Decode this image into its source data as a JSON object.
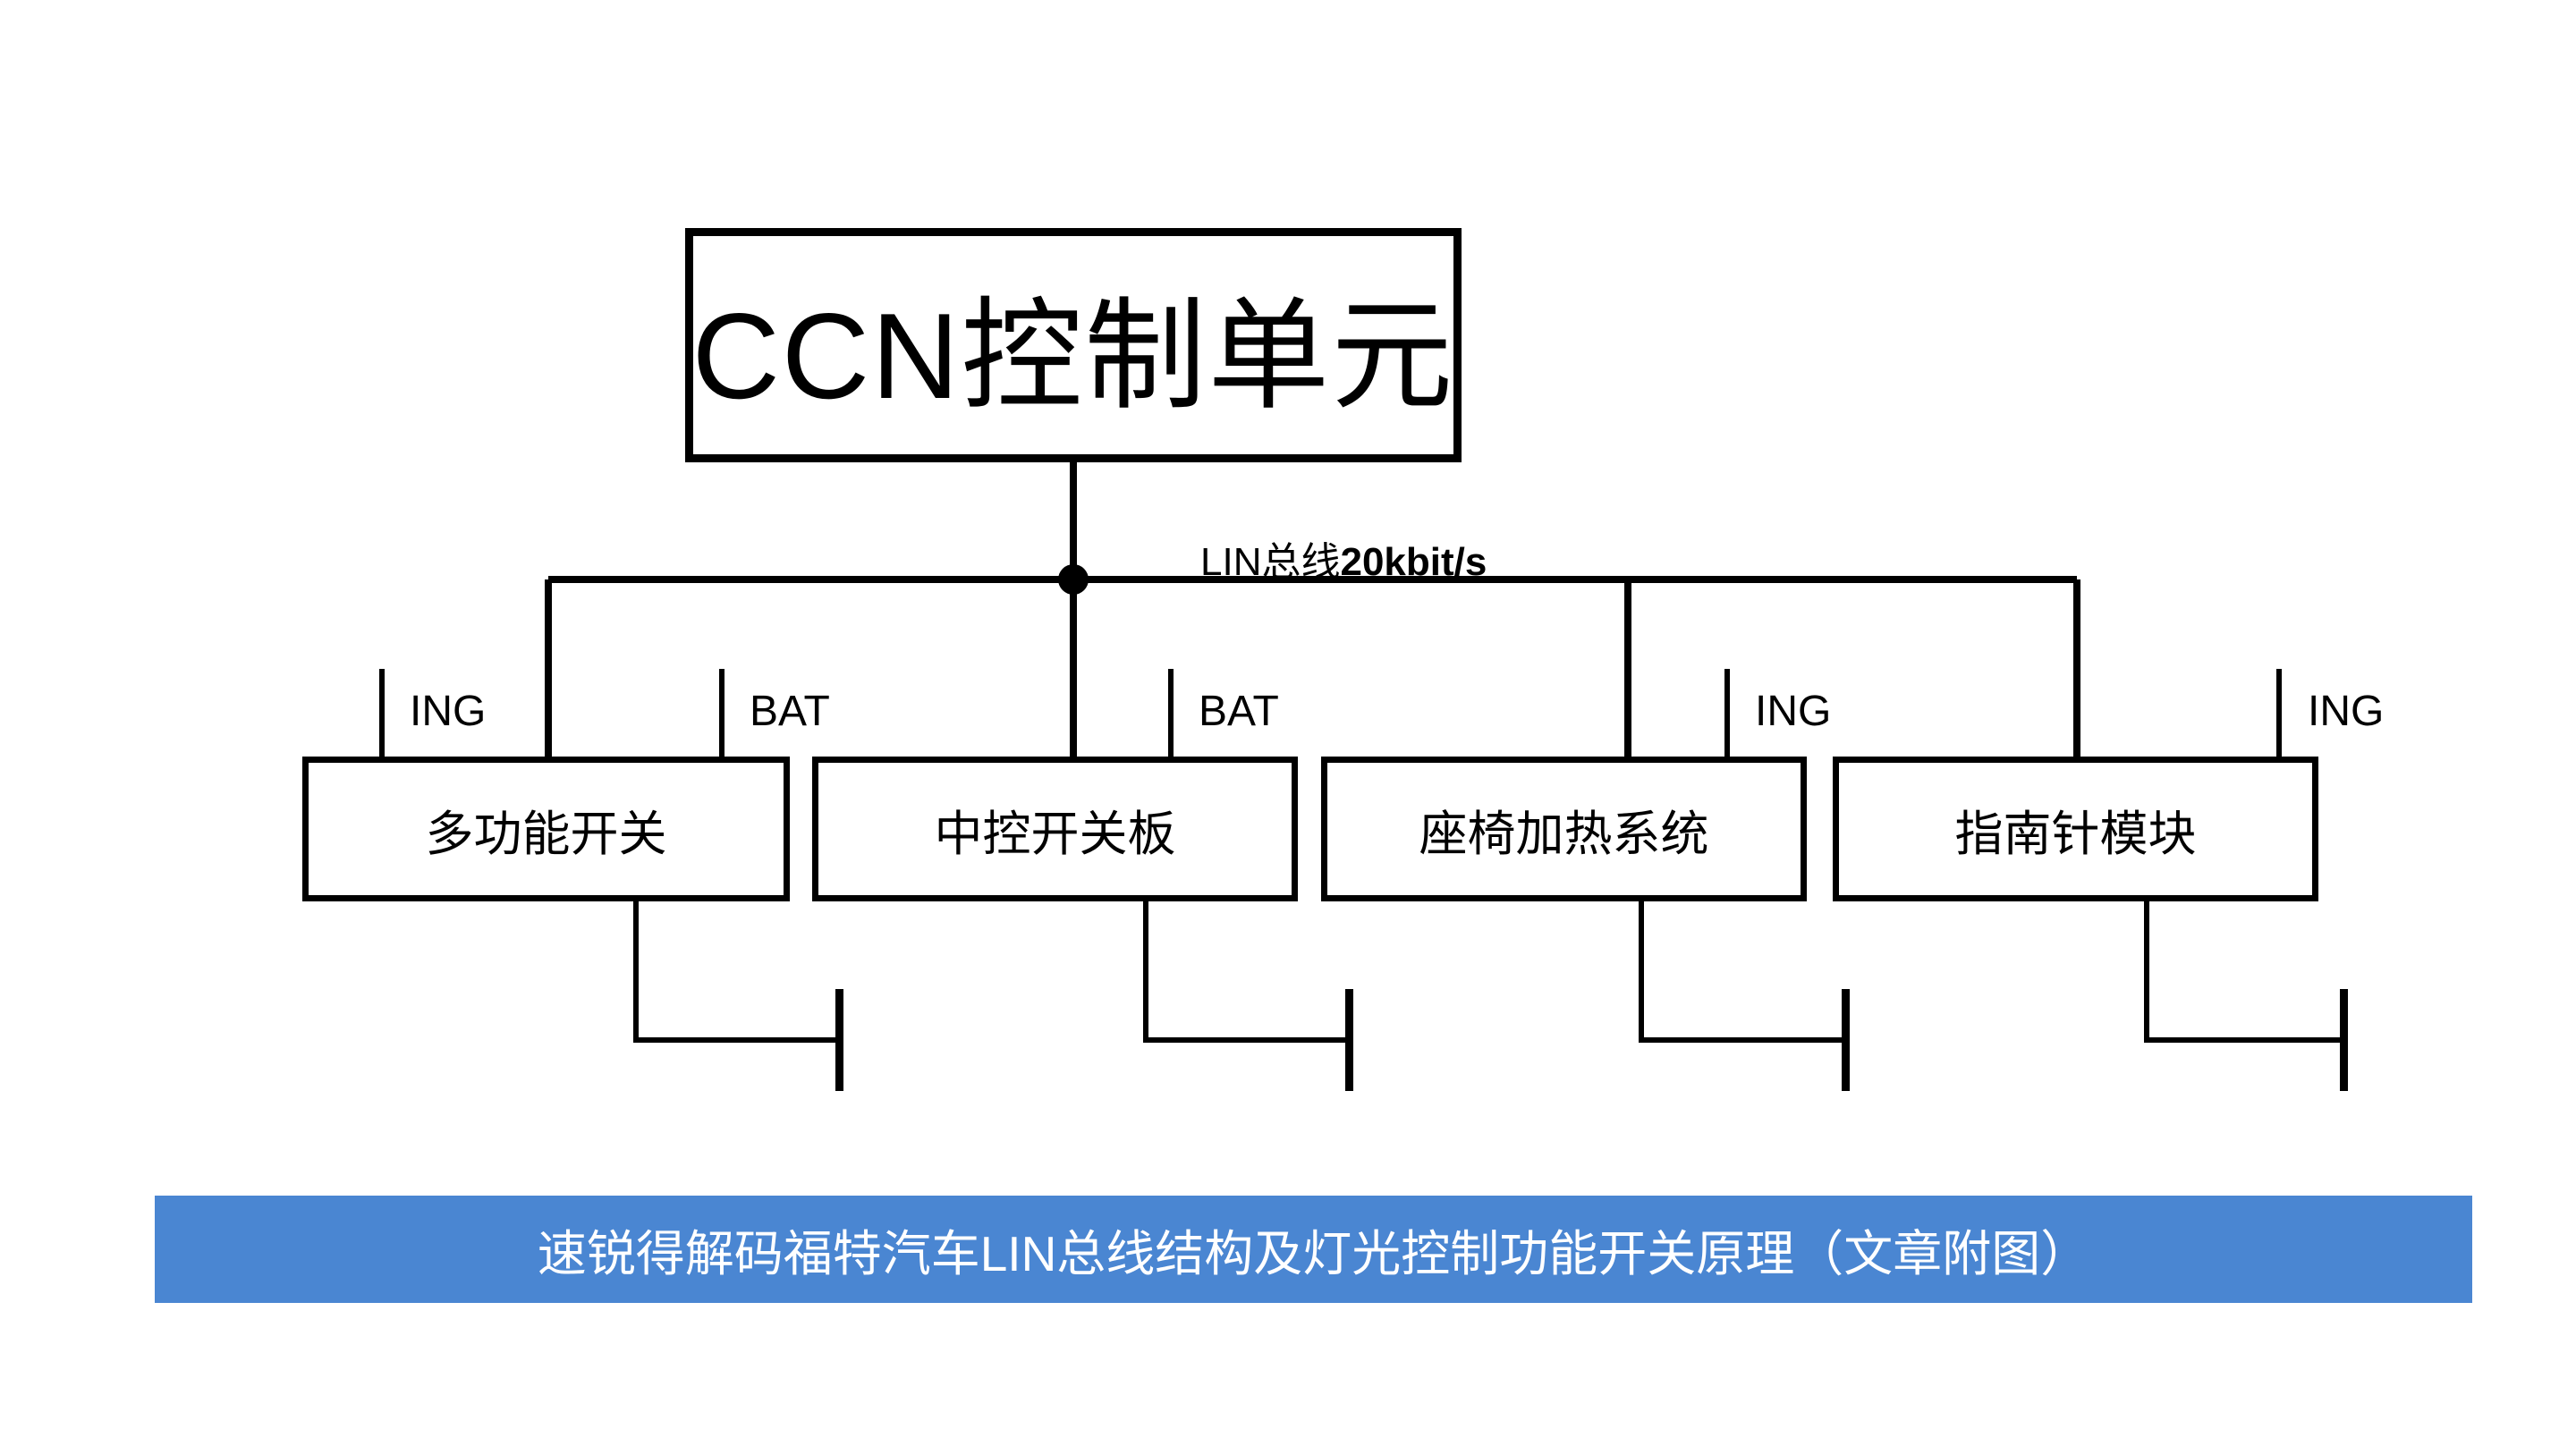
{
  "diagram": {
    "title_box": {
      "label": "CCN控制单元"
    },
    "bus": {
      "name": "LIN总线",
      "speed": "20kbit/s"
    },
    "modules": [
      {
        "label": "多功能开关"
      },
      {
        "label": "中控开关板"
      },
      {
        "label": "座椅加热系统"
      },
      {
        "label": "指南针模块"
      }
    ],
    "power_pins": [
      {
        "label": "ING"
      },
      {
        "label": "BAT"
      },
      {
        "label": "BAT"
      },
      {
        "label": "ING"
      },
      {
        "label": "ING"
      }
    ]
  },
  "banner": {
    "text": "速锐得解码福特汽车LIN总线结构及灯光控制功能开关原理（文章附图）"
  },
  "colors": {
    "banner_bg": "#4a86d2",
    "line": "#000000",
    "background": "#ffffff"
  }
}
